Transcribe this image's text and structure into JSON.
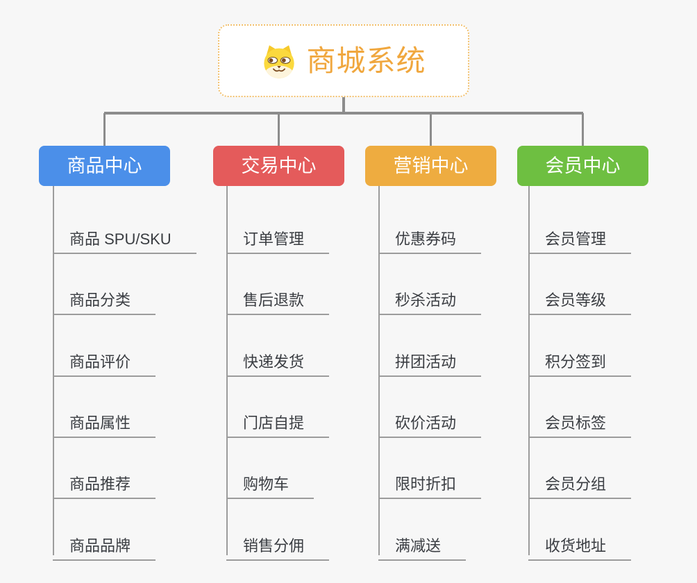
{
  "root": {
    "title": "商城系统",
    "icon": "doge-icon",
    "title_color": "#f0a73e",
    "border_color": "#f2c06d"
  },
  "connector_color": "#8c8c8c",
  "line_color": "#9c9c9c",
  "branches": [
    {
      "label": "商品中心",
      "color": "#4b8fe9",
      "children": [
        "商品 SPU/SKU",
        "商品分类",
        "商品评价",
        "商品属性",
        "商品推荐",
        "商品品牌"
      ]
    },
    {
      "label": "交易中心",
      "color": "#e45b5b",
      "children": [
        "订单管理",
        "售后退款",
        "快递发货",
        "门店自提",
        "购物车",
        "销售分佣"
      ]
    },
    {
      "label": "营销中心",
      "color": "#eeac40",
      "children": [
        "优惠券码",
        "秒杀活动",
        "拼团活动",
        "砍价活动",
        "限时折扣",
        "满减送"
      ]
    },
    {
      "label": "会员中心",
      "color": "#6ebf41",
      "children": [
        "会员管理",
        "会员等级",
        "积分签到",
        "会员标签",
        "会员分组",
        "收货地址"
      ]
    }
  ]
}
